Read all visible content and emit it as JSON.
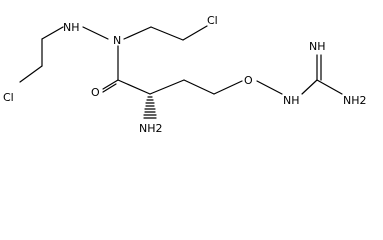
{
  "structure": {
    "atoms": {
      "nh": "NH",
      "n": "N",
      "cl_left": "Cl",
      "cl_top": "Cl",
      "o_carbonyl": "O",
      "nh2_alpha": "NH2",
      "o_ether": "O",
      "nh_guanidine": "NH",
      "nh_imine": "NH",
      "nh2_guanidine": "NH2"
    }
  }
}
